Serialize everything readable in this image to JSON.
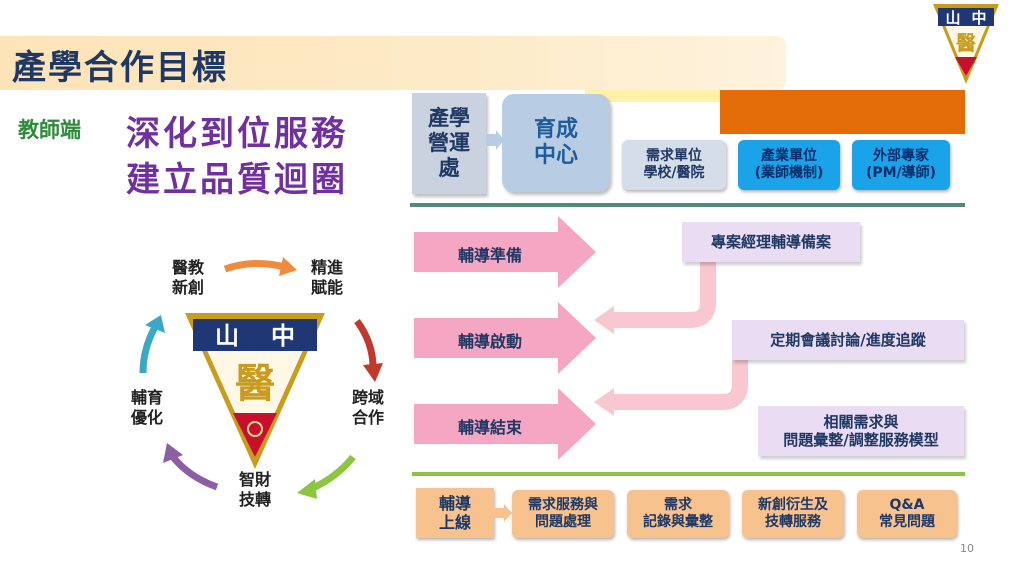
{
  "title": "產學合作目標",
  "side_label": "教師端",
  "slogan": [
    "深化到位服務",
    "建立品質迴圈"
  ],
  "logo": {
    "top_chars": [
      "山",
      "中"
    ],
    "bottom_char": "醫"
  },
  "top_section": {
    "office": "產學\n營運\n處",
    "incubator": "育成\n中心",
    "units": [
      "需求單位\n學校/醫院",
      "產業單位\n(業師機制)",
      "外部專家\n(PM/導師)"
    ]
  },
  "process": {
    "steps": [
      "輔導準備",
      "輔導啟動",
      "輔導結束"
    ],
    "actions": [
      "專案經理輔導備案",
      "定期會議討論/進度追蹤",
      "相關需求與\n問題彙整/調整服務模型"
    ]
  },
  "online": {
    "main": "輔導\n上線",
    "items": [
      "需求服務與\n問題處理",
      "需求\n記錄與彙整",
      "新創衍生及\n技轉服務",
      "Q&A\n常見問題"
    ]
  },
  "cycle": [
    "醫教\n新創",
    "精進\n賦能",
    "跨域\n合作",
    "智財\n技轉",
    "輔育\n優化"
  ],
  "colors": {
    "title": "#1f3864",
    "slogan": "#7030a0",
    "accent_orange": "#e36c09",
    "green_rule": "#4f9a45"
  },
  "page_number": "10"
}
